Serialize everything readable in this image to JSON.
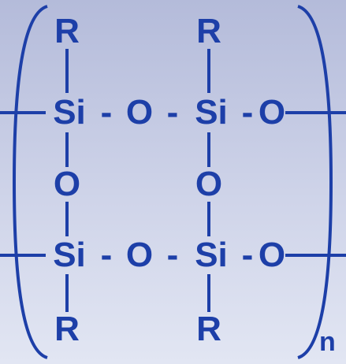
{
  "diagram": {
    "colors": {
      "ink": "#1d3fa8"
    },
    "atoms": {
      "r_top_left": "R",
      "r_top_right": "R",
      "si_top_left": "Si",
      "si_top_right": "Si",
      "o_top_mid": "O",
      "o_top_end": "O",
      "dash_1": "-",
      "dash_2": "-",
      "dash_3": "-",
      "dash_4": "-",
      "o_mid_left": "O",
      "o_mid_right": "O",
      "si_bot_left": "Si",
      "si_bot_right": "Si",
      "o_bot_mid": "O",
      "o_bot_end": "O",
      "dash_5": "-",
      "dash_6": "-",
      "dash_7": "-",
      "dash_8": "-",
      "r_bot_left": "R",
      "r_bot_right": "R",
      "repeat_n": "n"
    }
  }
}
